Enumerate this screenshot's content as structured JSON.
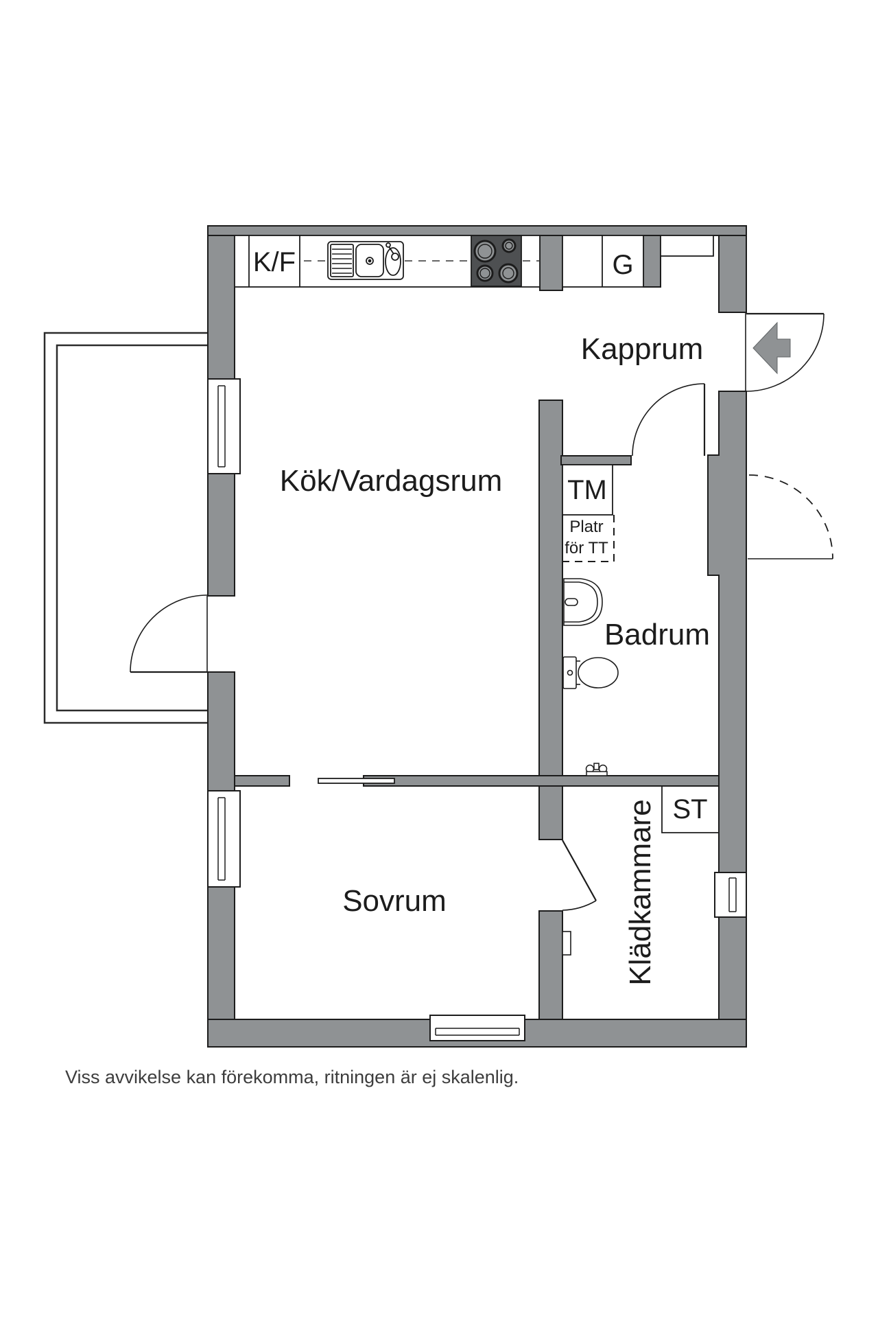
{
  "page": {
    "disclaimer": "Viss avvikelse kan förekomma, ritningen är ej skalenlig."
  },
  "palette": {
    "wall_gray": "#8F9294",
    "stove_dark": "#4E5052",
    "burner_gray": "#8F9294",
    "outline_black": "#1C1C1C",
    "disclaimer_gray": "#3D3D3D",
    "background_white": "#FFFFFF"
  },
  "floorplan": {
    "rooms": {
      "kitchen_living": {
        "label": "Kök/Vardagsrum"
      },
      "hall": {
        "label": "Kapprum"
      },
      "bathroom": {
        "label": "Badrum"
      },
      "bedroom": {
        "label": "Sovrum"
      },
      "closet": {
        "label": "Klädkammare"
      }
    },
    "fixtures": {
      "fridge_freezer": {
        "label": "K/F"
      },
      "wardrobe": {
        "label": "G"
      },
      "washing_machine": {
        "label": "TM"
      },
      "dryer_space": {
        "line1": "Platr",
        "line2": "för TT"
      },
      "storage": {
        "label": "ST"
      }
    }
  }
}
